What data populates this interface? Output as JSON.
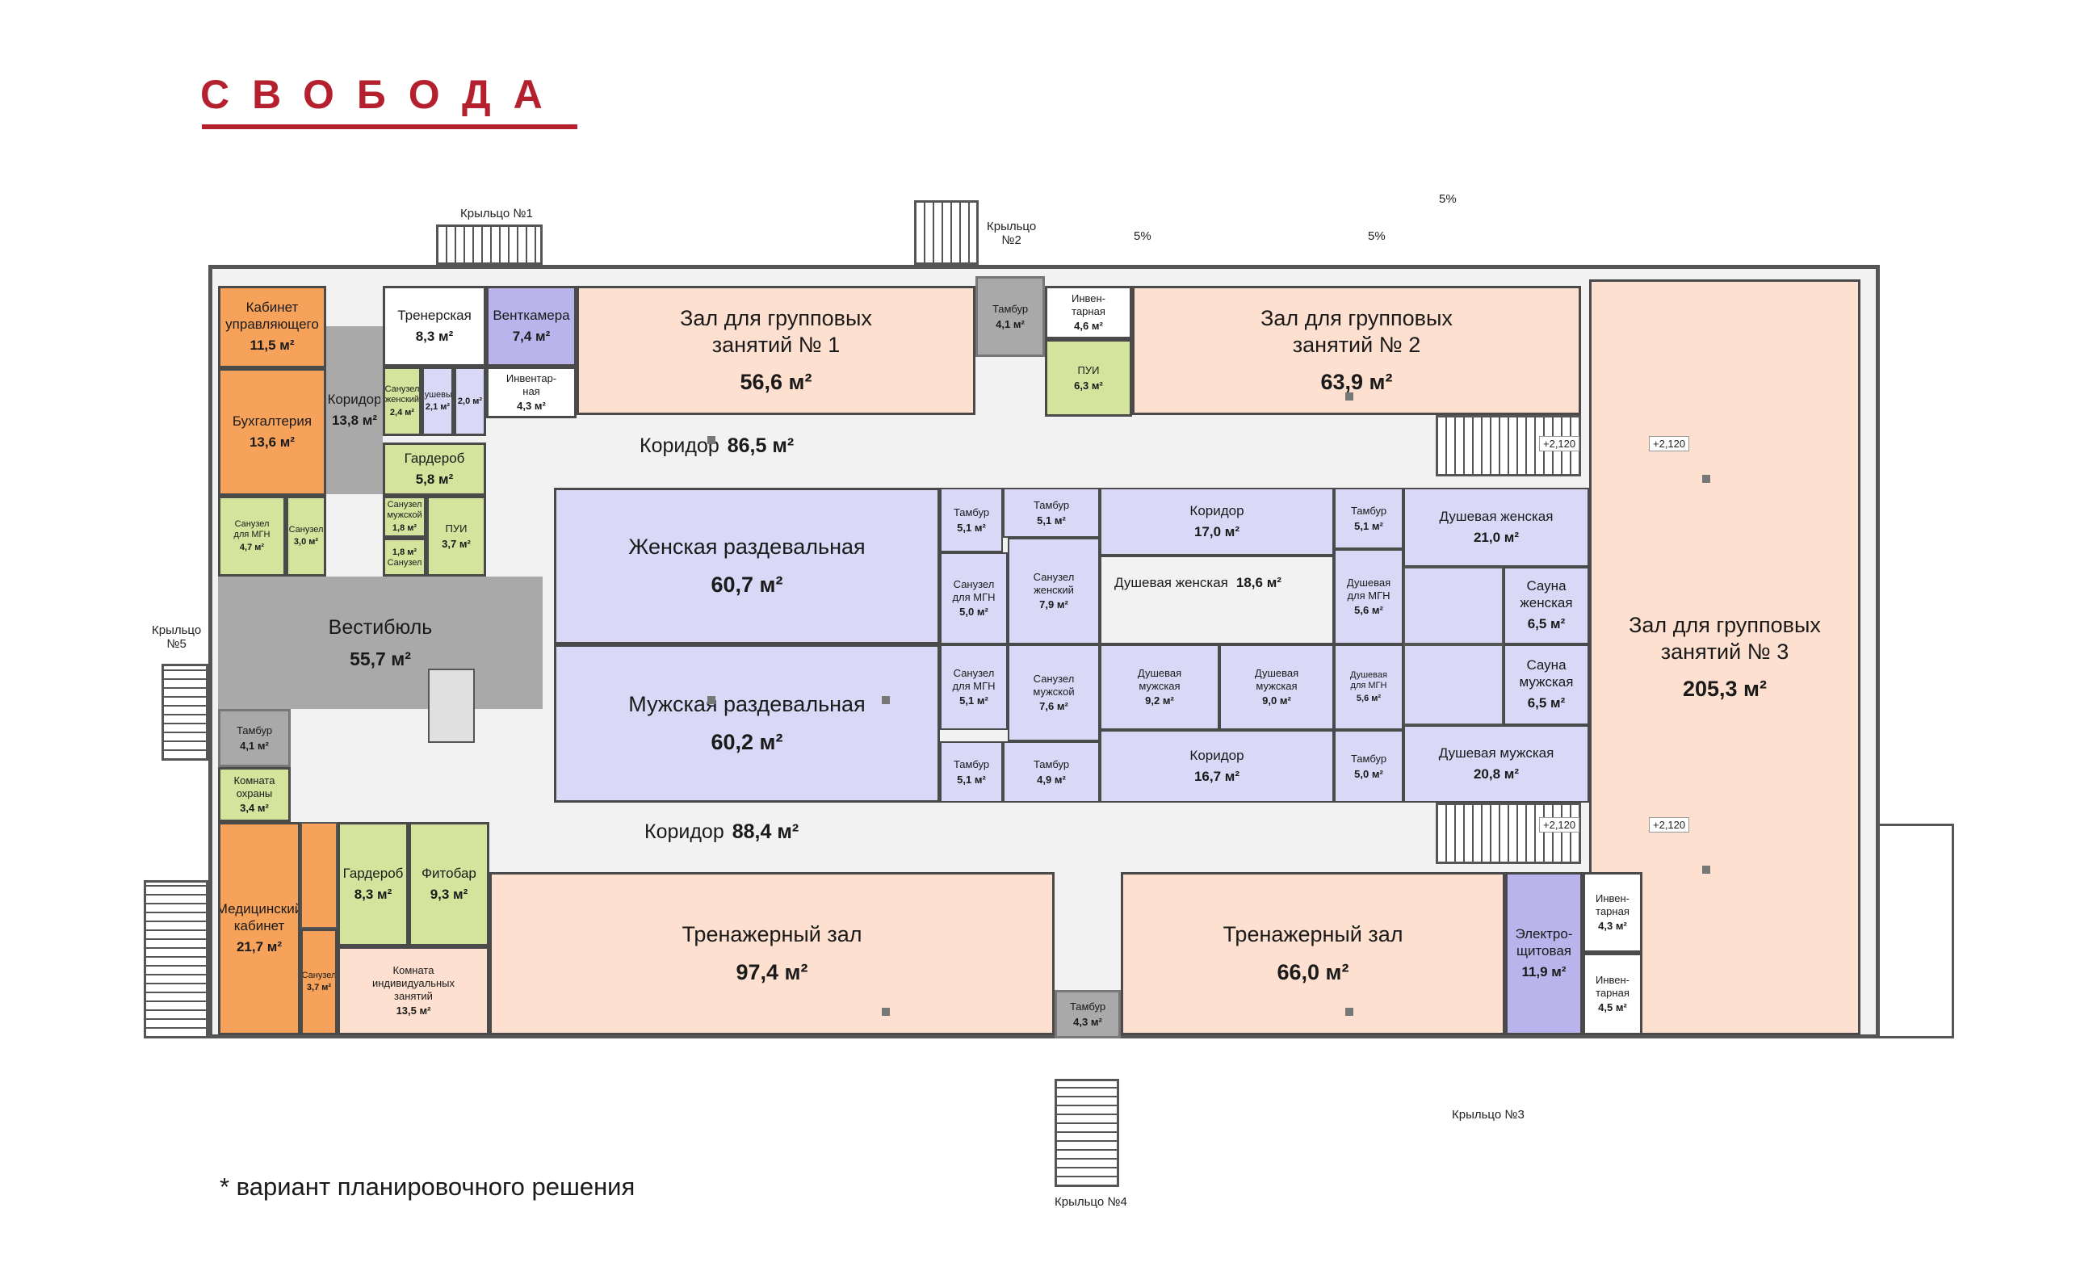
{
  "brand": "СВОБОДА",
  "footnote": "* вариант планировочного решения",
  "colors": {
    "brand": "#b5202e",
    "peach": "#fde0cf",
    "lavender": "#d9d9f7",
    "violet": "#b9b4ec",
    "orange": "#f6a25a",
    "lime": "#d5e49d",
    "corridor": "#a9a9a9",
    "white": "#ffffff"
  },
  "rooms": {
    "hall1": {
      "name": "Зал для групповых\nзанятий № 1",
      "area": "56,6 м²"
    },
    "hall2": {
      "name": "Зал для групповых\nзанятий № 2",
      "area": "63,9 м²"
    },
    "hall3": {
      "name": "Зал для групповых\nзанятий № 3",
      "area": "205,3 м²"
    },
    "womens_locker": {
      "name": "Женская раздевальная",
      "area": "60,7 м²"
    },
    "mens_locker": {
      "name": "Мужская раздевальная",
      "area": "60,2 м²"
    },
    "gym1": {
      "name": "Тренажерный зал",
      "area": "97,4 м²"
    },
    "gym2": {
      "name": "Тренажерный зал",
      "area": "66,0 м²"
    },
    "corridor_top": {
      "name": "Коридор",
      "area": "86,5 м²"
    },
    "corridor_bottom": {
      "name": "Коридор",
      "area": "88,4 м²"
    },
    "vestibule": {
      "name": "Вестибюль",
      "area": "55,7 м²"
    },
    "manager": {
      "name": "Кабинет\nуправляющего",
      "area": "11,5 м²"
    },
    "accounting": {
      "name": "Бухгалтерия",
      "area": "13,6 м²"
    },
    "corridor_left": {
      "name": "Коридор",
      "area": "13,8 м²"
    },
    "trainers": {
      "name": "Тренерская",
      "area": "8,3 м²"
    },
    "ventcam": {
      "name": "Венткамера",
      "area": "7,4 м²"
    },
    "inventory_left": {
      "name": "Инвентар-\nная",
      "area": "4,3 м²"
    },
    "san_w_small": {
      "name": "Санузел\nженский",
      "area": "2,4 м²"
    },
    "showers": {
      "name": "Душевые",
      "area_a": "2,1 м²",
      "area_b": "2,0 м²"
    },
    "wardrobe_top": {
      "name": "Гардероб",
      "area": "5,8 м²"
    },
    "san_m_small": {
      "name": "Санузел\nмужской",
      "area": "1,8 м²"
    },
    "pui_left": {
      "name": "ПУИ",
      "area": "3,7 м²"
    },
    "san_small": {
      "name": "Санузел",
      "area": "1,8 м²"
    },
    "san_mgn_left": {
      "name": "Санузел\nдля МГН",
      "area": "4,7 м²"
    },
    "san_left": {
      "name": "Санузел",
      "area": "3,0 м²"
    },
    "tambur_left": {
      "name": "Тамбур",
      "area": "4,1 м²"
    },
    "security": {
      "name": "Комната\nохраны",
      "area": "3,4 м²"
    },
    "medical": {
      "name": "Медицинский\nкабинет",
      "area": "21,7 м²"
    },
    "san_med": {
      "name": "Санузел",
      "area": "3,7 м²"
    },
    "wardrobe_bottom": {
      "name": "Гардероб",
      "area": "8,3 м²"
    },
    "phytobar": {
      "name": "Фитобар",
      "area": "9,3 м²"
    },
    "individual": {
      "name": "Комната\nиндивидуальных\nзанятий",
      "area": "13,5 м²"
    },
    "tambur_top": {
      "name": "Тамбур",
      "area": "4,1 м²"
    },
    "inventory_top": {
      "name": "Инвен-\nтарная",
      "area": "4,6 м²"
    },
    "pui_top": {
      "name": "ПУИ",
      "area": "6,3 м²"
    },
    "tambur_bottom": {
      "name": "Тамбур",
      "area": "4,3 м²"
    },
    "electric": {
      "name": "Электро-\nщитовая",
      "area": "11,9 м²"
    },
    "inventory_r1": {
      "name": "Инвен-\nтарная",
      "area": "4,3 м²"
    },
    "inventory_r2": {
      "name": "Инвен-\nтарная",
      "area": "4,5 м²"
    },
    "tambur_c1": {
      "name": "Тамбур",
      "area": "5,1 м²"
    },
    "tambur_c2": {
      "name": "Тамбур",
      "area": "5,1 м²"
    },
    "san_mgn_c": {
      "name": "Санузел\nдля МГН",
      "area": "5,0 м²"
    },
    "san_w_c": {
      "name": "Санузел\nженский",
      "area": "7,9 м²"
    },
    "corridor_c1": {
      "name": "Коридор",
      "area": "17,0 м²"
    },
    "shower_w_c": {
      "name": "Душевая женская",
      "area": "18,6 м²"
    },
    "tambur_c3": {
      "name": "Тамбур",
      "area": "5,1 м²"
    },
    "shower_mgn_w": {
      "name": "Душевая\nдля МГН",
      "area": "5,6 м²"
    },
    "shower_w_r": {
      "name": "Душевая женская",
      "area": "21,0 м²"
    },
    "sauna_w": {
      "name": "Сауна\nженская",
      "area": "6,5 м²"
    },
    "san_mgn_c2": {
      "name": "Санузел\nдля МГН",
      "area": "5,1 м²"
    },
    "san_m_c": {
      "name": "Санузел\nмужской",
      "area": "7,6 м²"
    },
    "shower_m_c1": {
      "name": "Душевая\nмужская",
      "area": "9,2 м²"
    },
    "shower_m_c2": {
      "name": "Душевая\nмужская",
      "area": "9,0 м²"
    },
    "shower_mgn_m": {
      "name": "Душевая\nдля МГН",
      "area": "5,6 м²"
    },
    "sauna_m": {
      "name": "Сауна\nмужская",
      "area": "6,5 м²"
    },
    "tambur_c4": {
      "name": "Тамбур",
      "area": "5,1 м²"
    },
    "tambur_c5": {
      "name": "Тамбур",
      "area": "4,9 м²"
    },
    "corridor_c2": {
      "name": "Коридор",
      "area": "16,7 м²"
    },
    "tambur_c6": {
      "name": "Тамбур",
      "area": "5,0 м²"
    },
    "shower_m_r": {
      "name": "Душевая мужская",
      "area": "20,8 м²"
    }
  },
  "porches": {
    "p1": "Крыльцо №1",
    "p2": "Крыльцо\n№2",
    "p3": "Крыльцо №3",
    "p4": "Крыльцо №4",
    "p5": "Крыльцо\n№5"
  },
  "slopes": [
    "5%",
    "5%",
    "5%"
  ],
  "levels": [
    "+2,120",
    "+2,120",
    "+2,120",
    "+2,120"
  ]
}
